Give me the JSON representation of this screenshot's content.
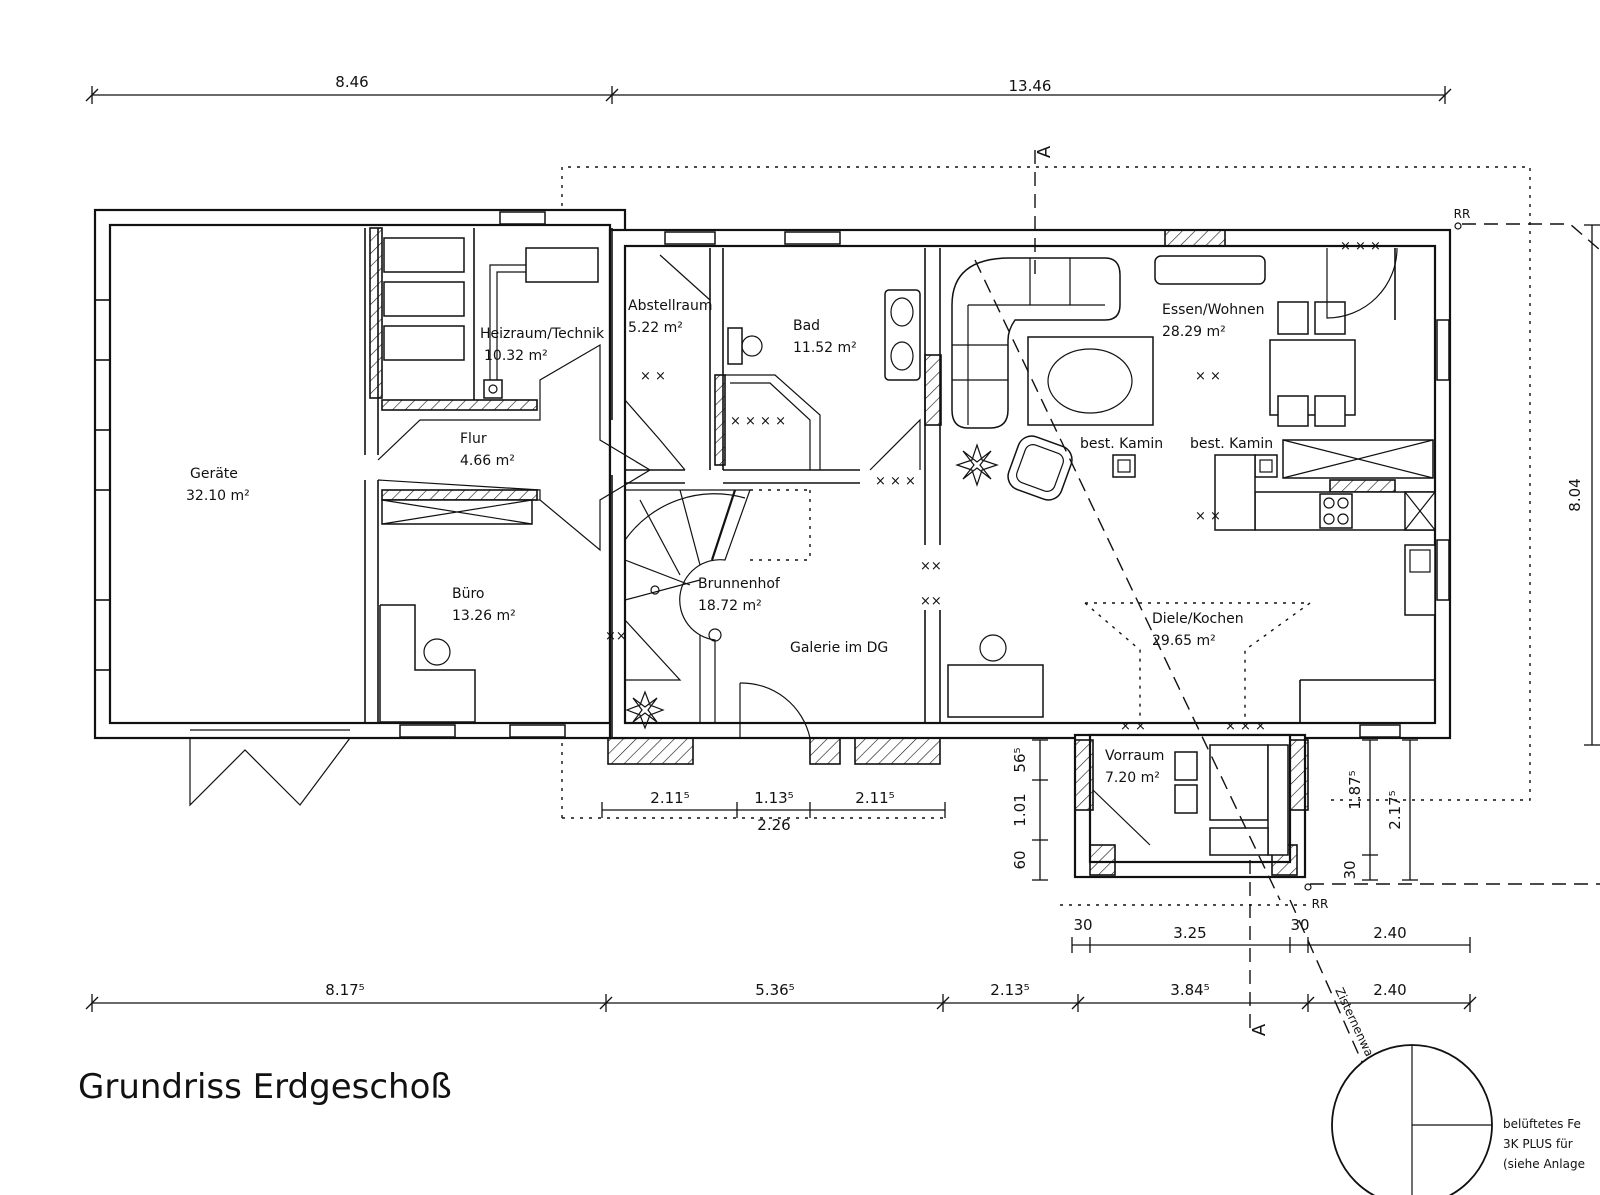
{
  "drawing": {
    "title": "Grundriss Erdgeschoß",
    "section_marker": "A",
    "drain_marker": "RR",
    "pipe_label": "Zisternenwasser",
    "legend_notes": [
      "belüftetes Fe",
      "3K PLUS für",
      "(siehe Anlage"
    ]
  },
  "rooms": {
    "geraete": {
      "name": "Geräte",
      "area": "32.10 m²"
    },
    "heizraum": {
      "name": "Heizraum/Technik",
      "area": "10.32 m²"
    },
    "abstell": {
      "name": "Abstellraum",
      "area": "5.22 m²"
    },
    "bad": {
      "name": "Bad",
      "area": "11.52 m²"
    },
    "essen": {
      "name": "Essen/Wohnen",
      "area": "28.29 m²"
    },
    "flur": {
      "name": "Flur",
      "area": "4.66 m²"
    },
    "buero": {
      "name": "Büro",
      "area": "13.26 m²"
    },
    "brunnenhof": {
      "name": "Brunnenhof",
      "area": "18.72 m²"
    },
    "galerie": {
      "name": "Galerie im DG"
    },
    "diele": {
      "name": "Diele/Kochen",
      "area": "29.65 m²"
    },
    "vorraum": {
      "name": "Vorraum",
      "area": "7.20 m²"
    },
    "kamin1": {
      "name": "best. Kamin"
    },
    "kamin2": {
      "name": "best. Kamin"
    }
  },
  "dimensions": {
    "top": [
      "8.46",
      "13.46"
    ],
    "bottom": [
      "8.17⁵",
      "5.36⁵",
      "2.13⁵",
      "3.84⁵",
      "2.40"
    ],
    "row2": [
      "30",
      "3.25",
      "30",
      "2.40"
    ],
    "inner": [
      "2.11⁵",
      "1.13⁵",
      "2.11⁵",
      "2.26"
    ],
    "vertical_left": [
      "56⁵",
      "1.01",
      "60"
    ],
    "vertical_right": [
      "1.87⁵",
      "2.17⁵",
      "30"
    ],
    "side": "8.04"
  }
}
